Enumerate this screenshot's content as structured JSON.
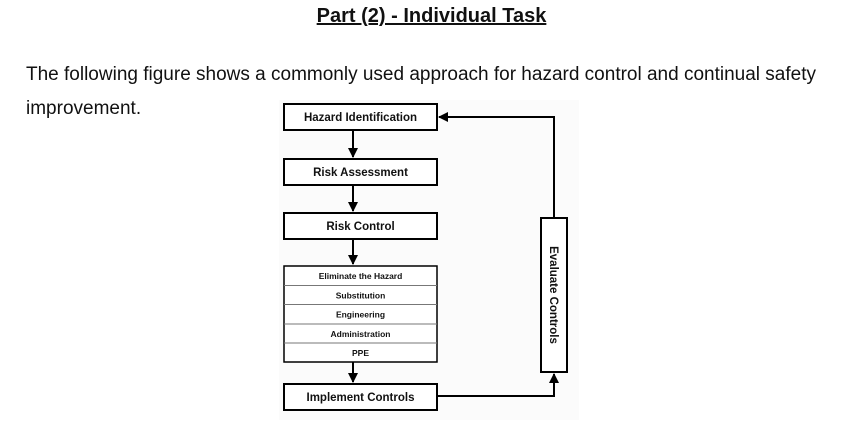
{
  "heading": "Part (2) - Individual Task",
  "intro": "The following figure shows a commonly used approach for hazard control and continual safety improvement.",
  "diagram": {
    "steps": {
      "hazard_identification": "Hazard Identification",
      "risk_assessment": "Risk Assessment",
      "risk_control": "Risk Control",
      "implement_controls": "Implement Controls"
    },
    "hierarchy": [
      "Eliminate the Hazard",
      "Substitution",
      "Engineering",
      "Administration",
      "PPE"
    ],
    "feedback": "Evaluate Controls"
  }
}
